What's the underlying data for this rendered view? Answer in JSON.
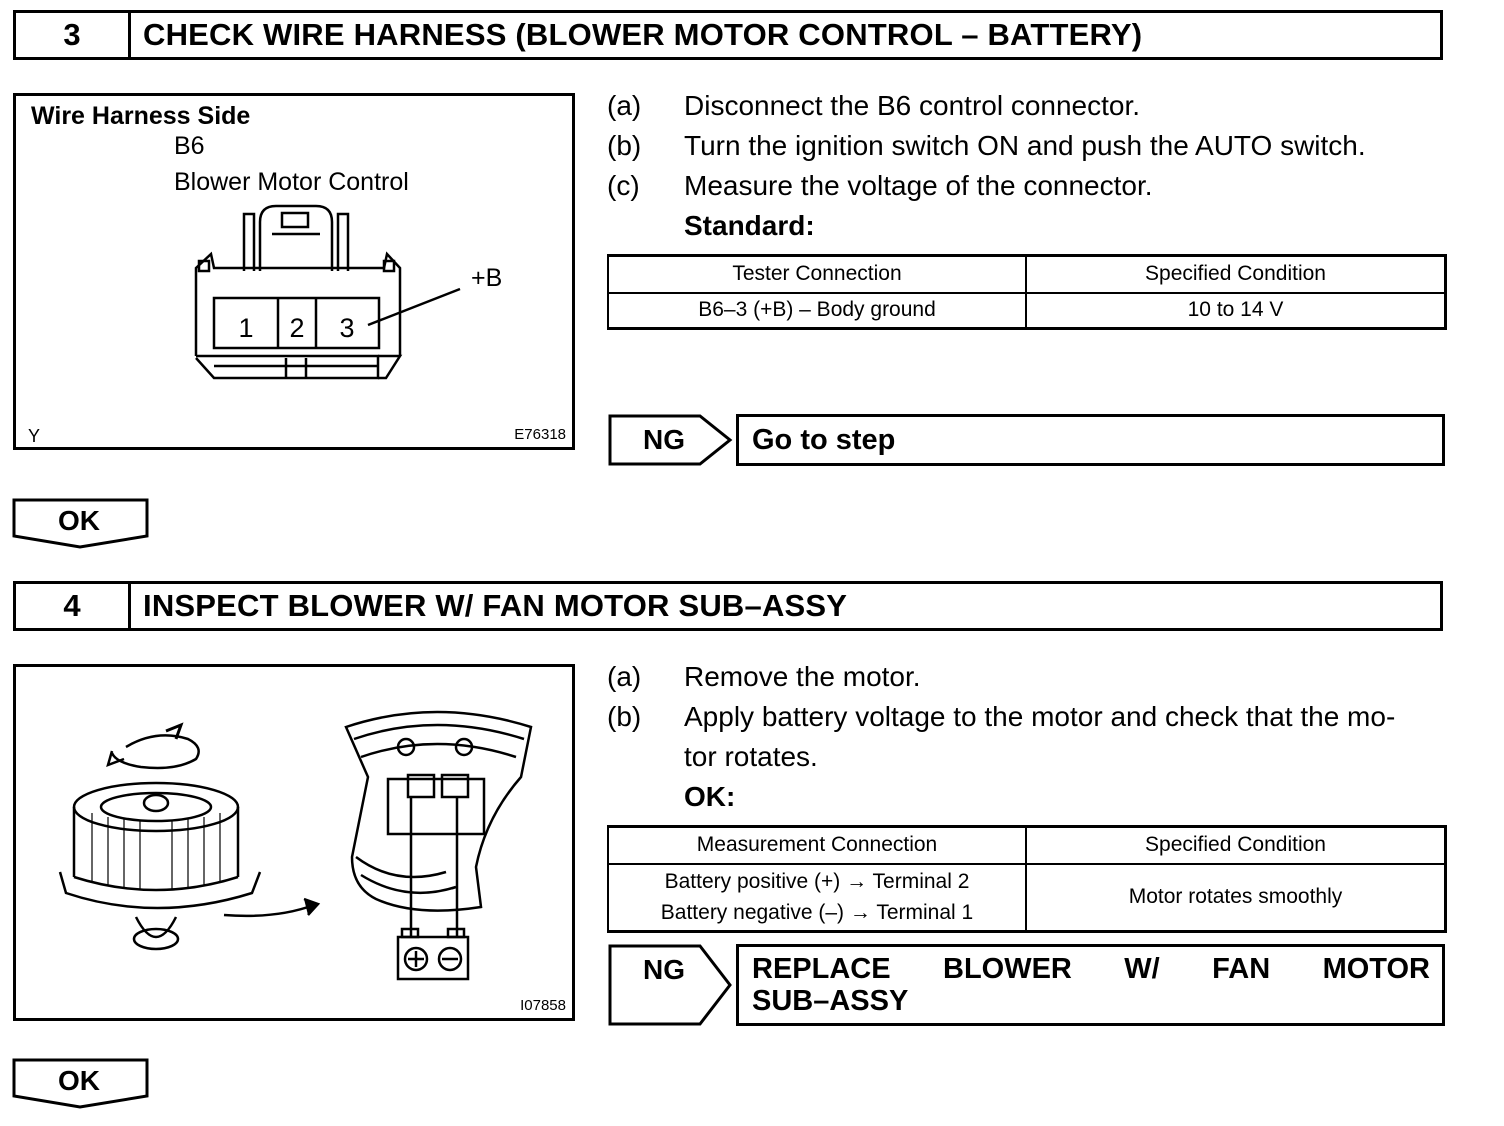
{
  "step3": {
    "number": "3",
    "title": "CHECK WIRE HARNESS (BLOWER MOTOR CONTROL – BATTERY)",
    "figure": {
      "heading": "Wire Harness Side",
      "connector_id": "B6",
      "connector_name": "Blower Motor Control",
      "terminals": [
        "1",
        "2",
        "3"
      ],
      "callout": "+B",
      "corner_left": "Y",
      "figure_code": "E76318"
    },
    "steps": [
      {
        "letter": "(a)",
        "text": "Disconnect the B6 control connector."
      },
      {
        "letter": "(b)",
        "text": "Turn the ignition switch ON and push the AUTO switch."
      },
      {
        "letter": "(c)",
        "text": "Measure the voltage of the connector."
      }
    ],
    "standard_label": "Standard:",
    "table": {
      "headers": [
        "Tester Connection",
        "Specified Condition"
      ],
      "row": [
        "B6–3 (+B) – Body ground",
        "10 to 14 V"
      ]
    },
    "ng_label": "NG",
    "ng_action": "Go to step",
    "ok_label": "OK"
  },
  "step4": {
    "number": "4",
    "title": "INSPECT BLOWER W/ FAN MOTOR SUB–ASSY",
    "figure": {
      "figure_code": "I07858"
    },
    "steps": [
      {
        "letter": "(a)",
        "text": "Remove the motor."
      },
      {
        "letter": "(b)",
        "text_line1": "Apply battery voltage to the motor and check that the mo-",
        "text_line2": "tor rotates."
      }
    ],
    "ok_spec_label": "OK:",
    "table": {
      "headers": [
        "Measurement Connection",
        "Specified Condition"
      ],
      "row_line1": "Battery positive (+) → Terminal 2",
      "row_line2": "Battery negative (–) → Terminal 1",
      "condition": "Motor rotates smoothly"
    },
    "ng_label": "NG",
    "ng_action_words": [
      "REPLACE",
      "BLOWER",
      "W/",
      "FAN",
      "MOTOR"
    ],
    "ng_action_line2": "SUB–ASSY",
    "ok_label": "OK"
  }
}
